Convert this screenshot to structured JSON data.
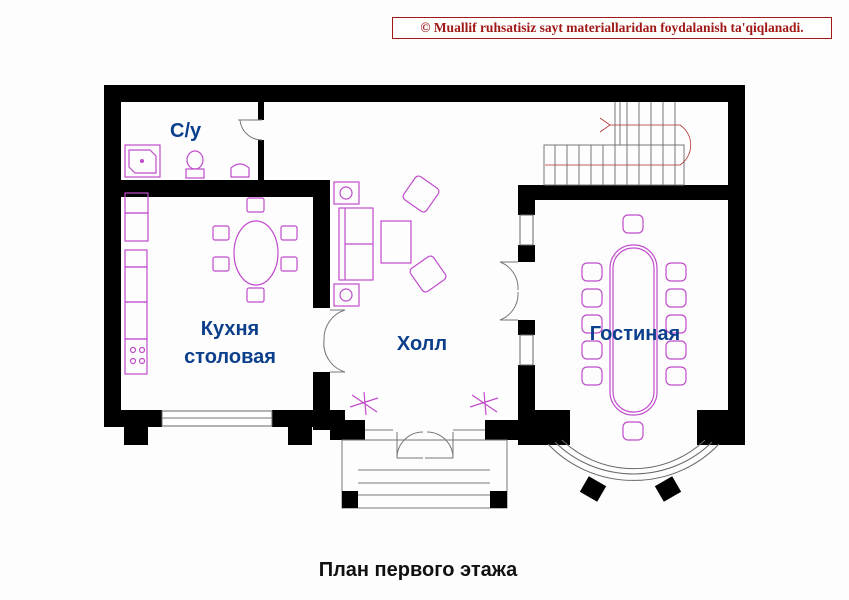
{
  "notice": "© Muallif ruhsatisiz sayt materiallaridan foydalanish ta'qiqlanadi.",
  "rooms": {
    "bathroom": "С/у",
    "kitchen_line1": "Кухня",
    "kitchen_line2": "столовая",
    "hall": "Холл",
    "living": "Гостиная"
  },
  "caption": "План первого этажа",
  "colors": {
    "walls": "#000000",
    "furniture": "#c04ccc",
    "room_labels": "#0b3f8c",
    "notice": "#a01818",
    "stairs_arrow": "#b03030"
  }
}
